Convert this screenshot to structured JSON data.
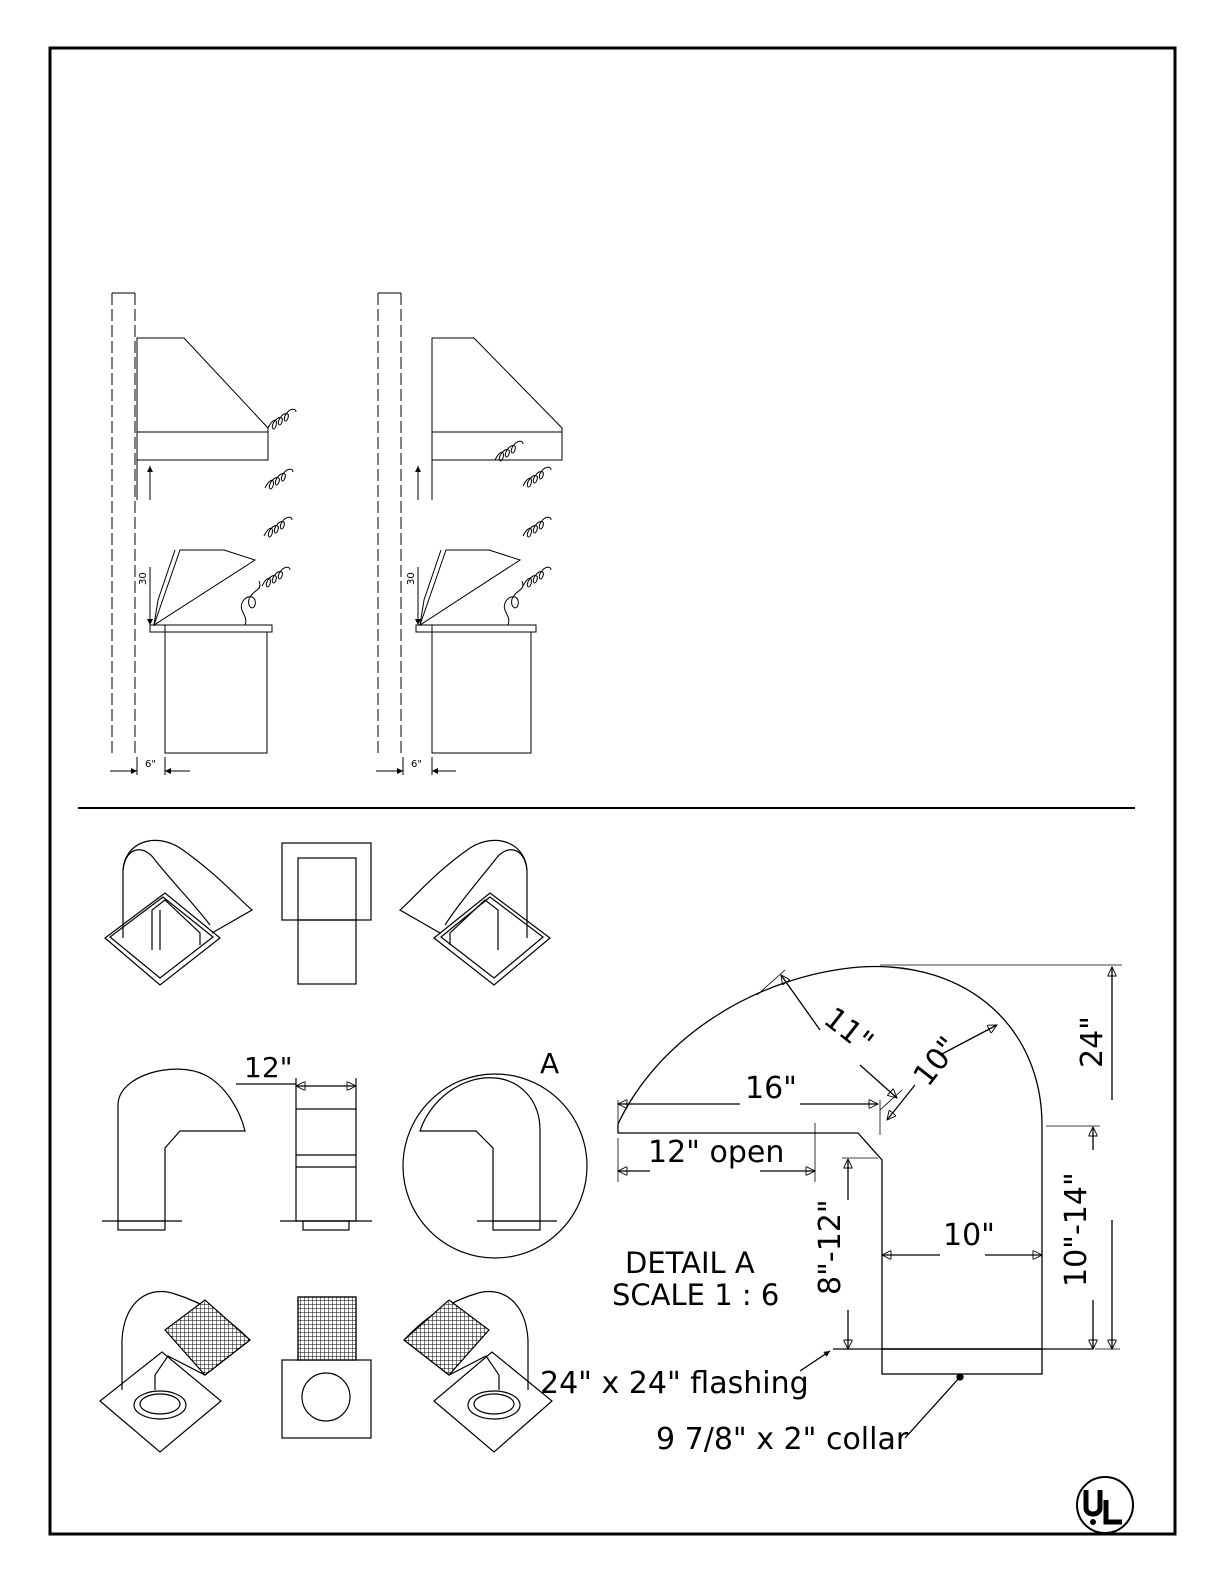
{
  "colors": {
    "ink": "#000000",
    "paper": "#ffffff"
  },
  "side_views": {
    "height_label": "30",
    "offset_label": "6\""
  },
  "details": {
    "label_12": "12\"",
    "label_A": "A"
  },
  "detail_a": {
    "dim_11": "11\"",
    "dim_10_diag": "10\"",
    "dim_24": "24\"",
    "dim_16": "16\"",
    "dim_12_open": "12\" open",
    "dim_8_12": "8\"-12\"",
    "dim_10_14": "10\"-14\"",
    "dim_10_width": "10\"",
    "title": "DETAIL A",
    "scale": "SCALE 1 : 6",
    "flashing": "24\" x 24\" flashing",
    "collar": "9 7/8\" x 2\" collar"
  },
  "logo": {
    "icon": "ul-mark-icon"
  }
}
